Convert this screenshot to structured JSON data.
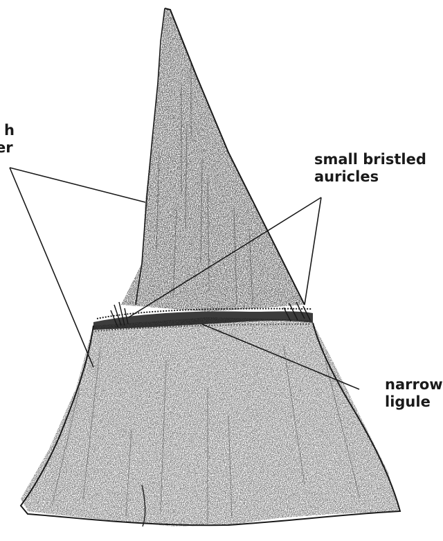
{
  "labels": {
    "sheath_line1": "h",
    "sheath_line2": "er",
    "auricles_line1": "small bristled",
    "auricles_line2": "auricles",
    "ligule_line1": "narrow",
    "ligule_line2": "ligule"
  },
  "colors": {
    "ink": "#1a1a1a",
    "background": "#ffffff"
  }
}
